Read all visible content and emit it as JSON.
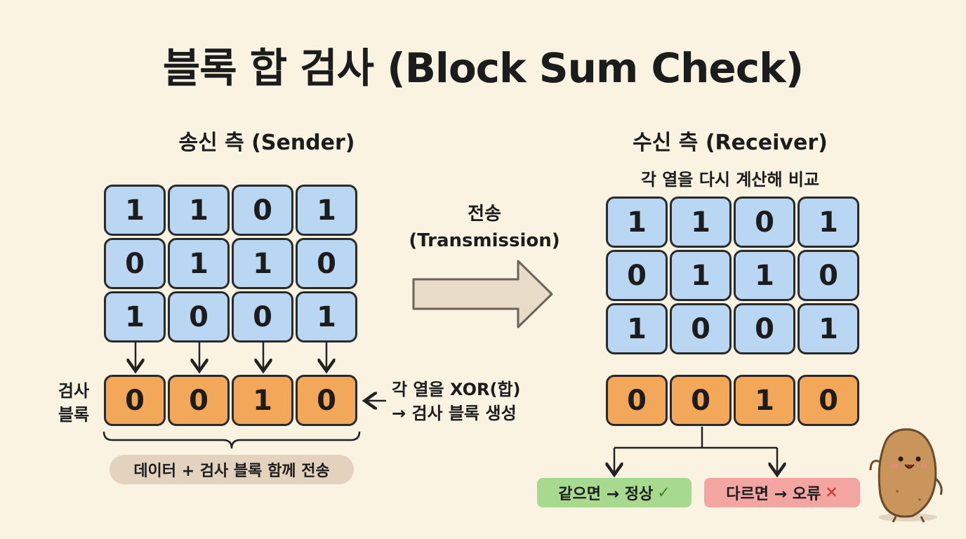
{
  "title": "블록 합 검사 (Block Sum Check)",
  "sender": {
    "title": "송신 측 (Sender)",
    "data_rows": [
      [
        "1",
        "1",
        "0",
        "1"
      ],
      [
        "0",
        "1",
        "1",
        "0"
      ],
      [
        "1",
        "0",
        "0",
        "1"
      ]
    ],
    "checksum_row": [
      "0",
      "0",
      "1",
      "0"
    ],
    "checksum_label_line1": "검사",
    "checksum_label_line2": "블록",
    "xor_note_line1": "각 열을 XOR(합)",
    "xor_note_line2": "→ 검사 블록 생성",
    "send_note": "데이터 + 검사 블록 함께 전송"
  },
  "transmission": {
    "label": "전송",
    "label_en": "(Transmission)"
  },
  "receiver": {
    "title": "수신 측 (Receiver)",
    "subtitle": "각 열을 다시 계산해 비교",
    "data_rows": [
      [
        "1",
        "1",
        "0",
        "1"
      ],
      [
        "0",
        "1",
        "1",
        "0"
      ],
      [
        "1",
        "0",
        "0",
        "1"
      ]
    ],
    "checksum_row": [
      "0",
      "0",
      "1",
      "0"
    ],
    "ok_text": "같으면 → 정상",
    "ok_mark": "✓",
    "error_text": "다르면 → 오류",
    "error_mark": "✕"
  },
  "colors": {
    "background": "#fbf3e2",
    "data_cell": "#b9d7f2",
    "checksum_cell": "#f3a758",
    "ok": "#a7d98f",
    "error": "#f3a5a1",
    "note_pill": "#e3d2bd",
    "arrow_fill": "#e8dcc9"
  },
  "icons": [
    "down-arrow-icon",
    "left-arrow-icon",
    "transmission-arrow-icon",
    "potato-mascot-icon"
  ]
}
